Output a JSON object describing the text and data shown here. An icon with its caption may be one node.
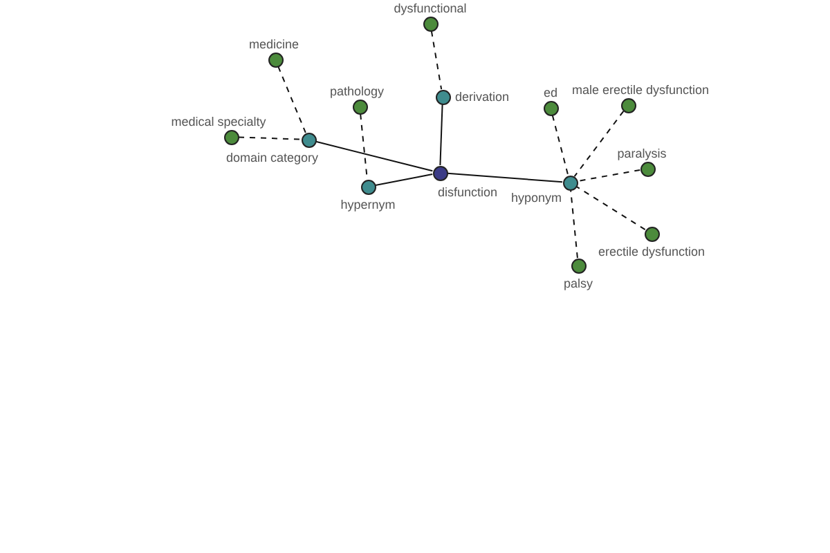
{
  "diagram": {
    "nodes": [
      {
        "text": [],
        "shape": "circle",
        "beside": [
          "dysfunctional"
        ]
      },
      {
        "text": [],
        "shape": "circle",
        "beside": [
          "medicine"
        ]
      },
      {
        "text": [],
        "shape": "circle",
        "beside": [
          "derivation"
        ]
      },
      {
        "text": [],
        "shape": "circle",
        "beside": [
          "male erectile dysfunction"
        ]
      },
      {
        "text": [],
        "shape": "circle",
        "beside": [
          "pathology"
        ]
      },
      {
        "text": [],
        "shape": "circle",
        "beside": [
          "ed"
        ]
      },
      {
        "text": [],
        "shape": "circle",
        "beside": [
          "medical specialty"
        ]
      },
      {
        "text": [],
        "shape": "circle",
        "beside": [
          "domain category"
        ]
      },
      {
        "text": [],
        "shape": "circle",
        "beside": [
          "paralysis"
        ]
      },
      {
        "text": [],
        "shape": "circle",
        "beside": [
          "disfunction"
        ]
      },
      {
        "text": [],
        "shape": "circle",
        "beside": [
          "hyponym"
        ]
      },
      {
        "text": [],
        "shape": "circle",
        "beside": [
          "hypernym"
        ]
      },
      {
        "text": [],
        "shape": "circle",
        "beside": [
          "erectile dysfunction"
        ]
      },
      {
        "text": [],
        "shape": "circle",
        "beside": [
          "palsy"
        ]
      }
    ],
    "edges": [
      {
        "from": 7,
        "to": 9,
        "arrow": "none"
      },
      {
        "from": 11,
        "to": 9,
        "arrow": "none"
      },
      {
        "from": 2,
        "to": 9,
        "arrow": "none"
      },
      {
        "from": 9,
        "to": 10,
        "arrow": "none"
      },
      {
        "from": 1,
        "to": 7,
        "arrow": "none",
        "style": "dashed"
      },
      {
        "from": 6,
        "to": 7,
        "arrow": "none",
        "style": "dashed"
      },
      {
        "from": 4,
        "to": 11,
        "arrow": "none",
        "style": "dashed"
      },
      {
        "from": 0,
        "to": 2,
        "arrow": "none",
        "style": "dashed"
      },
      {
        "from": 5,
        "to": 10,
        "arrow": "none",
        "style": "dashed"
      },
      {
        "from": 3,
        "to": 10,
        "arrow": "none",
        "style": "dashed"
      },
      {
        "from": 8,
        "to": 10,
        "arrow": "none",
        "style": "dashed"
      },
      {
        "from": 12,
        "to": 10,
        "arrow": "none",
        "style": "dashed"
      },
      {
        "from": 13,
        "to": 10,
        "arrow": "none",
        "style": "dashed"
      }
    ]
  }
}
